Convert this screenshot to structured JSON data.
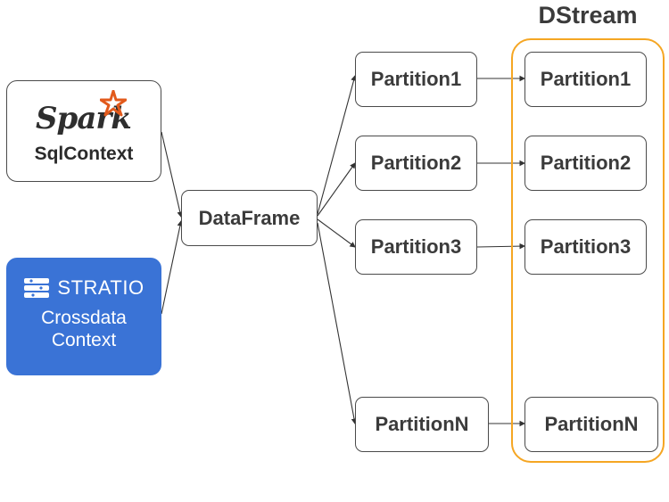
{
  "title": "DStream",
  "sources": {
    "spark": {
      "logo_text": "Spark",
      "label": "SqlContext"
    },
    "stratio": {
      "logo_text": "STRATIO",
      "label_line1": "Crossdata",
      "label_line2": "Context"
    }
  },
  "center": {
    "label": "DataFrame"
  },
  "partitions": [
    "Partition1",
    "Partition2",
    "Partition3",
    "PartitionN"
  ],
  "dstream_partitions": [
    "Partition1",
    "Partition2",
    "Partition3",
    "PartitionN"
  ],
  "colors": {
    "dstream_border": "#f5a623",
    "stratio_fill": "#3a73d6",
    "spark_star": "#e25a1c",
    "stroke": "#333333"
  }
}
